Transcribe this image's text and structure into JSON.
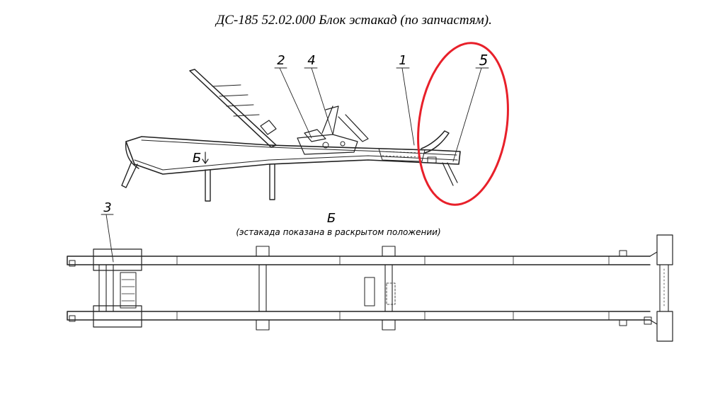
{
  "title": "ДС-185 52.02.000 Блок эстакад (по запчастям).",
  "callouts": [
    {
      "id": "1",
      "label": "1"
    },
    {
      "id": "2",
      "label": "2"
    },
    {
      "id": "3",
      "label": "3"
    },
    {
      "id": "4",
      "label": "4"
    },
    {
      "id": "5",
      "label": "5"
    }
  ],
  "view_marker": "Б",
  "section": {
    "label": "Б",
    "note": "(эстакада показана в раскрытом положении)"
  },
  "colors": {
    "highlight": "#e8202a",
    "line": "#222222"
  }
}
